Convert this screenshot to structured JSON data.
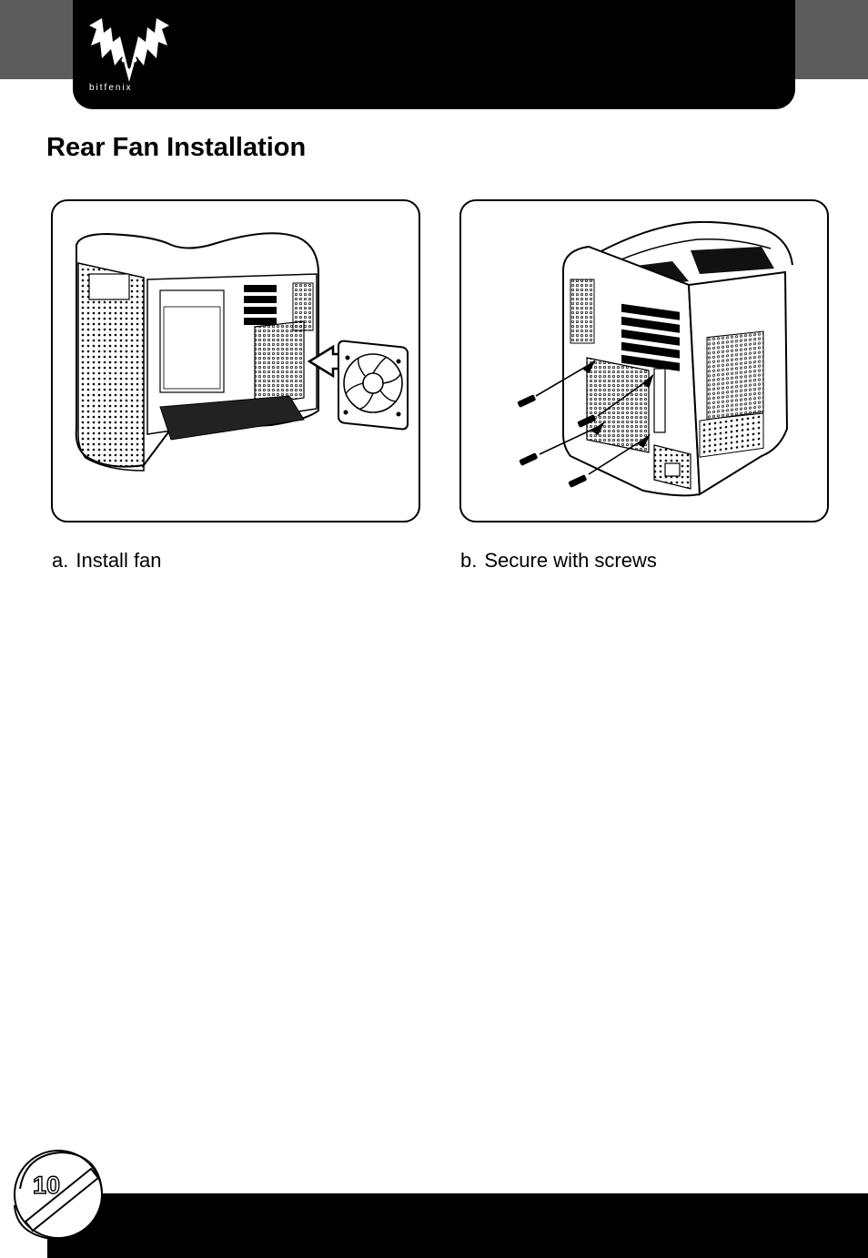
{
  "header": {
    "brand": "bitfenix",
    "logo_icon": "phoenix-wings-logo",
    "accent_gray": "#5c5c5c",
    "bar_color": "#000000"
  },
  "page": {
    "title": "Rear Fan Installation"
  },
  "steps": [
    {
      "marker": "a.",
      "caption": "Install fan",
      "illustration": "case-side-open-with-fan-and-arrow"
    },
    {
      "marker": "b.",
      "caption": "Secure with screws",
      "illustration": "case-rear-with-four-screws"
    }
  ],
  "footer": {
    "page_number": "10"
  }
}
